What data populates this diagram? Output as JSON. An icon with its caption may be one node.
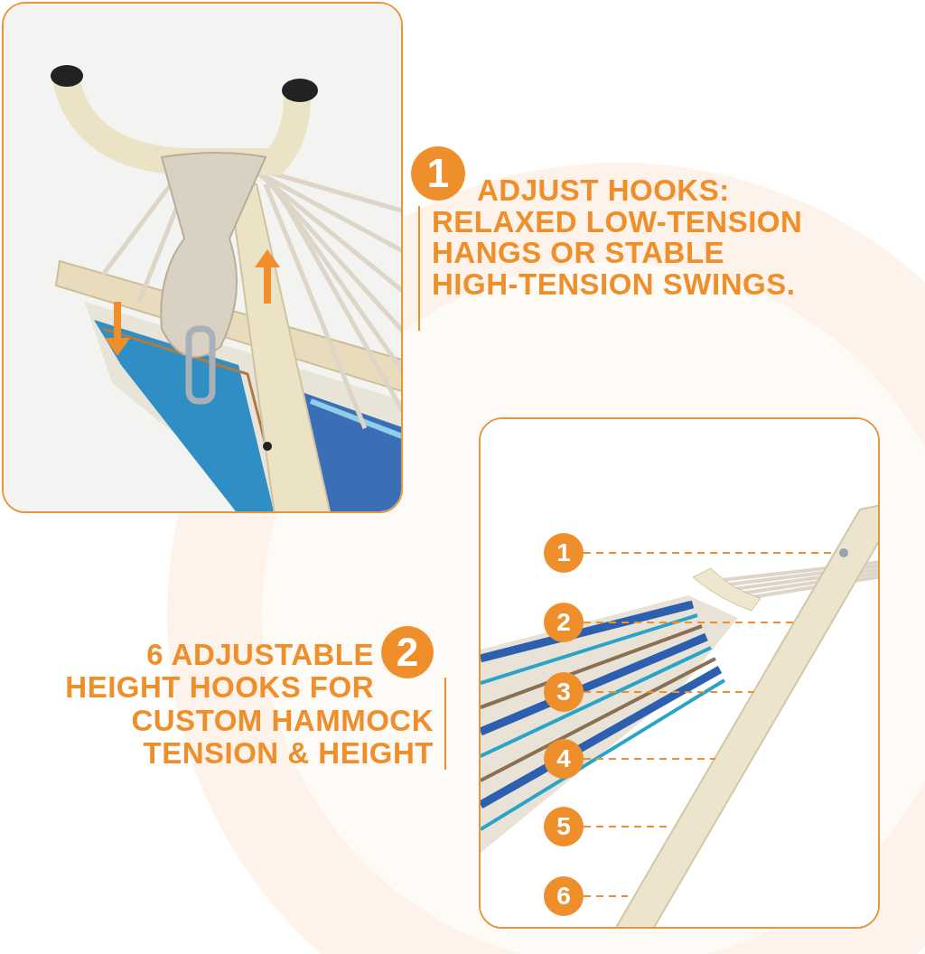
{
  "diagram": {
    "nodes": [
      {
        "text": [],
        "shape": "picture"
      },
      {
        "text": [],
        "shape": "picture"
      },
      {
        "text": [
          "1"
        ],
        "in": 1
      },
      {
        "text": [
          "2"
        ],
        "in": 1
      },
      {
        "text": [
          "3"
        ],
        "in": 1
      },
      {
        "text": [
          "4"
        ],
        "in": 1
      },
      {
        "text": [
          "5"
        ],
        "in": 1
      },
      {
        "text": [
          "6"
        ],
        "in": 1
      }
    ],
    "edges": [
      {
        "from": 2,
        "to": null,
        "arrow": "none",
        "style": "dashed"
      },
      {
        "from": 3,
        "to": null,
        "arrow": "none",
        "style": "dashed"
      },
      {
        "from": 4,
        "to": null,
        "arrow": "none",
        "style": "dashed"
      },
      {
        "from": 5,
        "to": null,
        "arrow": "none",
        "style": "dashed"
      },
      {
        "from": 6,
        "to": null,
        "arrow": "none",
        "style": "dashed"
      },
      {
        "from": 7,
        "to": null,
        "arrow": "none",
        "style": "dashed"
      }
    ],
    "labels": [
      "1",
      "ADJUST HOOKS: RELAXED LOW-TENSION HANGS OR STABLE HIGH-TENSION SWINGS.",
      "2",
      "6 ADJUSTABLE HEIGHT HOOKS FOR CUSTOM HAMMOCK TENSION & HEIGHT"
    ]
  }
}
